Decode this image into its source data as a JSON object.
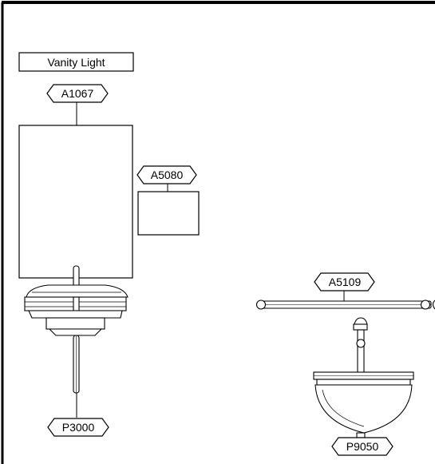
{
  "title_box": {
    "text": "Vanity Light"
  },
  "callouts": {
    "a1067": "A1067",
    "a5080": "A5080",
    "p3000": "P3000",
    "a5109": "A5109",
    "p9050": "P9050"
  },
  "colors": {
    "stroke": "#000000",
    "background": "#ffffff"
  }
}
